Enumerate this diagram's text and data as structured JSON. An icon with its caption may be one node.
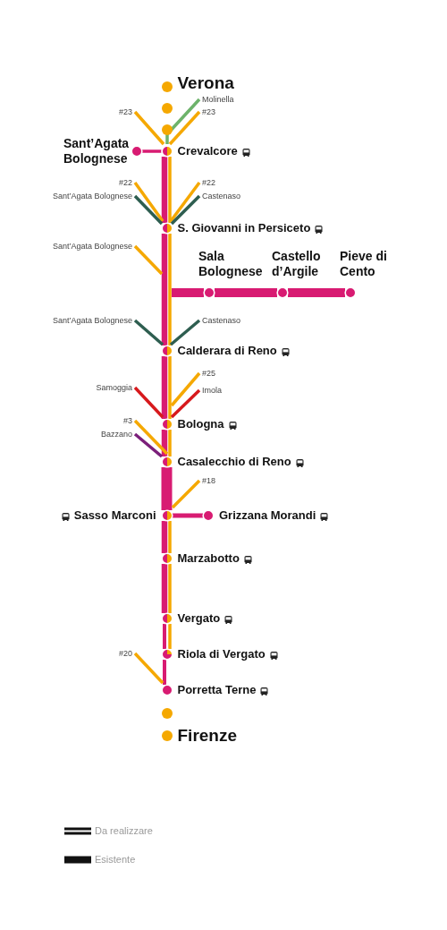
{
  "diagram": {
    "nodes": [
      {
        "text": [
          "Verona"
        ]
      },
      {
        "text": [],
        "shape": "circle"
      },
      {
        "text": [],
        "shape": "circle"
      },
      {
        "text": [
          "Sant’Agata Bolognese"
        ]
      },
      {
        "text": [
          "Crevalcore"
        ]
      },
      {
        "text": [
          "#23"
        ]
      },
      {
        "text": [
          "Molinella"
        ]
      },
      {
        "text": [
          "#23"
        ]
      },
      {
        "text": [
          "S. Giovanni in Persiceto"
        ]
      },
      {
        "text": [
          "#22"
        ]
      },
      {
        "text": [
          "Sant’Agata Bolognese"
        ]
      },
      {
        "text": [
          "#22"
        ]
      },
      {
        "text": [
          "Castenaso"
        ]
      },
      {
        "text": [
          "Sant’Agata Bolognese"
        ]
      },
      {
        "text": [
          "Sala Bolognese"
        ]
      },
      {
        "text": [
          "Castello d’Argile"
        ]
      },
      {
        "text": [
          "Pieve di Cento"
        ]
      },
      {
        "text": [
          "Sant’Agata Bolognese"
        ]
      },
      {
        "text": [
          "Castenaso"
        ]
      },
      {
        "text": [
          "Calderara di Reno"
        ]
      },
      {
        "text": [
          "#25"
        ]
      },
      {
        "text": [
          "Samoggia"
        ]
      },
      {
        "text": [
          "Imola"
        ]
      },
      {
        "text": [
          "Bologna"
        ]
      },
      {
        "text": [
          "#3"
        ]
      },
      {
        "text": [
          "Bazzano"
        ]
      },
      {
        "text": [
          "Casalecchio di Reno"
        ]
      },
      {
        "text": [
          "#18"
        ]
      },
      {
        "text": [
          "Sasso Marconi"
        ]
      },
      {
        "text": [
          "Grizzana Morandi"
        ]
      },
      {
        "text": [
          "Marzabotto"
        ]
      },
      {
        "text": [
          "Vergato"
        ]
      },
      {
        "text": [
          "Riola di Vergato"
        ]
      },
      {
        "text": [
          "#20"
        ]
      },
      {
        "text": [
          "Porretta Terne"
        ]
      },
      {
        "text": [],
        "shape": "circle"
      },
      {
        "text": [
          "Firenze"
        ]
      }
    ],
    "edges": [
      {
        "from": 3,
        "to": 4,
        "arrow": "none",
        "color": "#d81b72"
      },
      {
        "from": 5,
        "to": 4,
        "arrow": "none"
      },
      {
        "from": 6,
        "to": 4,
        "arrow": "none",
        "color": "#6db36b"
      },
      {
        "from": 7,
        "to": 4,
        "arrow": "none"
      },
      {
        "from": 4,
        "to": 8,
        "arrow": "none",
        "style": "thick",
        "color": "#d81b72"
      },
      {
        "from": 4,
        "to": 8,
        "arrow": "none"
      },
      {
        "from": 9,
        "to": 8,
        "arrow": "none"
      },
      {
        "from": 10,
        "to": 8,
        "arrow": "none",
        "color": "#2e5e50"
      },
      {
        "from": 11,
        "to": 8,
        "arrow": "none"
      },
      {
        "from": 12,
        "to": 8,
        "arrow": "none",
        "color": "#2e5e50"
      },
      {
        "from": 8,
        "to": 19,
        "arrow": "none",
        "style": "thick",
        "color": "#d81b72"
      },
      {
        "from": 8,
        "to": 19,
        "arrow": "none"
      },
      {
        "from": 13,
        "to": null,
        "arrow": "none"
      },
      {
        "from": null,
        "to": 14,
        "arrow": "none",
        "style": "thick",
        "color": "#d81b72"
      },
      {
        "from": 14,
        "to": 15,
        "arrow": "none",
        "style": "thick",
        "color": "#d81b72"
      },
      {
        "from": 15,
        "to": 16,
        "arrow": "none",
        "style": "thick",
        "color": "#d81b72"
      },
      {
        "from": 17,
        "to": 19,
        "arrow": "none",
        "color": "#2e5e50"
      },
      {
        "from": 18,
        "to": 19,
        "arrow": "none",
        "color": "#2e5e50"
      },
      {
        "from": 19,
        "to": 23,
        "arrow": "none",
        "style": "thick",
        "color": "#d81b72"
      },
      {
        "from": 19,
        "to": 23,
        "arrow": "none"
      },
      {
        "from": 20,
        "to": 23,
        "arrow": "none"
      },
      {
        "from": 21,
        "to": 23,
        "arrow": "none",
        "color": "#d7191c"
      },
      {
        "from": 22,
        "to": 23,
        "arrow": "none",
        "color": "#d7191c"
      },
      {
        "from": 23,
        "to": 26,
        "arrow": "none",
        "style": "thick",
        "color": "#d81b72"
      },
      {
        "from": 23,
        "to": 26,
        "arrow": "none"
      },
      {
        "from": 24,
        "to": 26,
        "arrow": "none"
      },
      {
        "from": 25,
        "to": 26,
        "arrow": "none",
        "color": "#7b1f7a"
      },
      {
        "from": 26,
        "to": 28,
        "arrow": "none",
        "style": "thick",
        "color": "#d81b72"
      },
      {
        "from": 27,
        "to": 28,
        "arrow": "none"
      },
      {
        "from": 28,
        "to": 29,
        "arrow": "none",
        "color": "#d81b72"
      },
      {
        "from": 28,
        "to": 30,
        "arrow": "none",
        "style": "thick",
        "color": "#d81b72"
      },
      {
        "from": 28,
        "to": 30,
        "arrow": "none"
      },
      {
        "from": 30,
        "to": 31,
        "arrow": "none",
        "style": "thick",
        "color": "#d81b72"
      },
      {
        "from": 30,
        "to": 31,
        "arrow": "none"
      },
      {
        "from": 31,
        "to": 32,
        "arrow": "none",
        "color": "#d81b72"
      },
      {
        "from": 31,
        "to": 32,
        "arrow": "none"
      },
      {
        "from": 32,
        "to": 34,
        "arrow": "none",
        "color": "#d81b72"
      },
      {
        "from": 33,
        "to": 34,
        "arrow": "none"
      }
    ],
    "legend": [
      {
        "text": "Da realizzare"
      },
      {
        "text": "Esistente"
      }
    ]
  }
}
